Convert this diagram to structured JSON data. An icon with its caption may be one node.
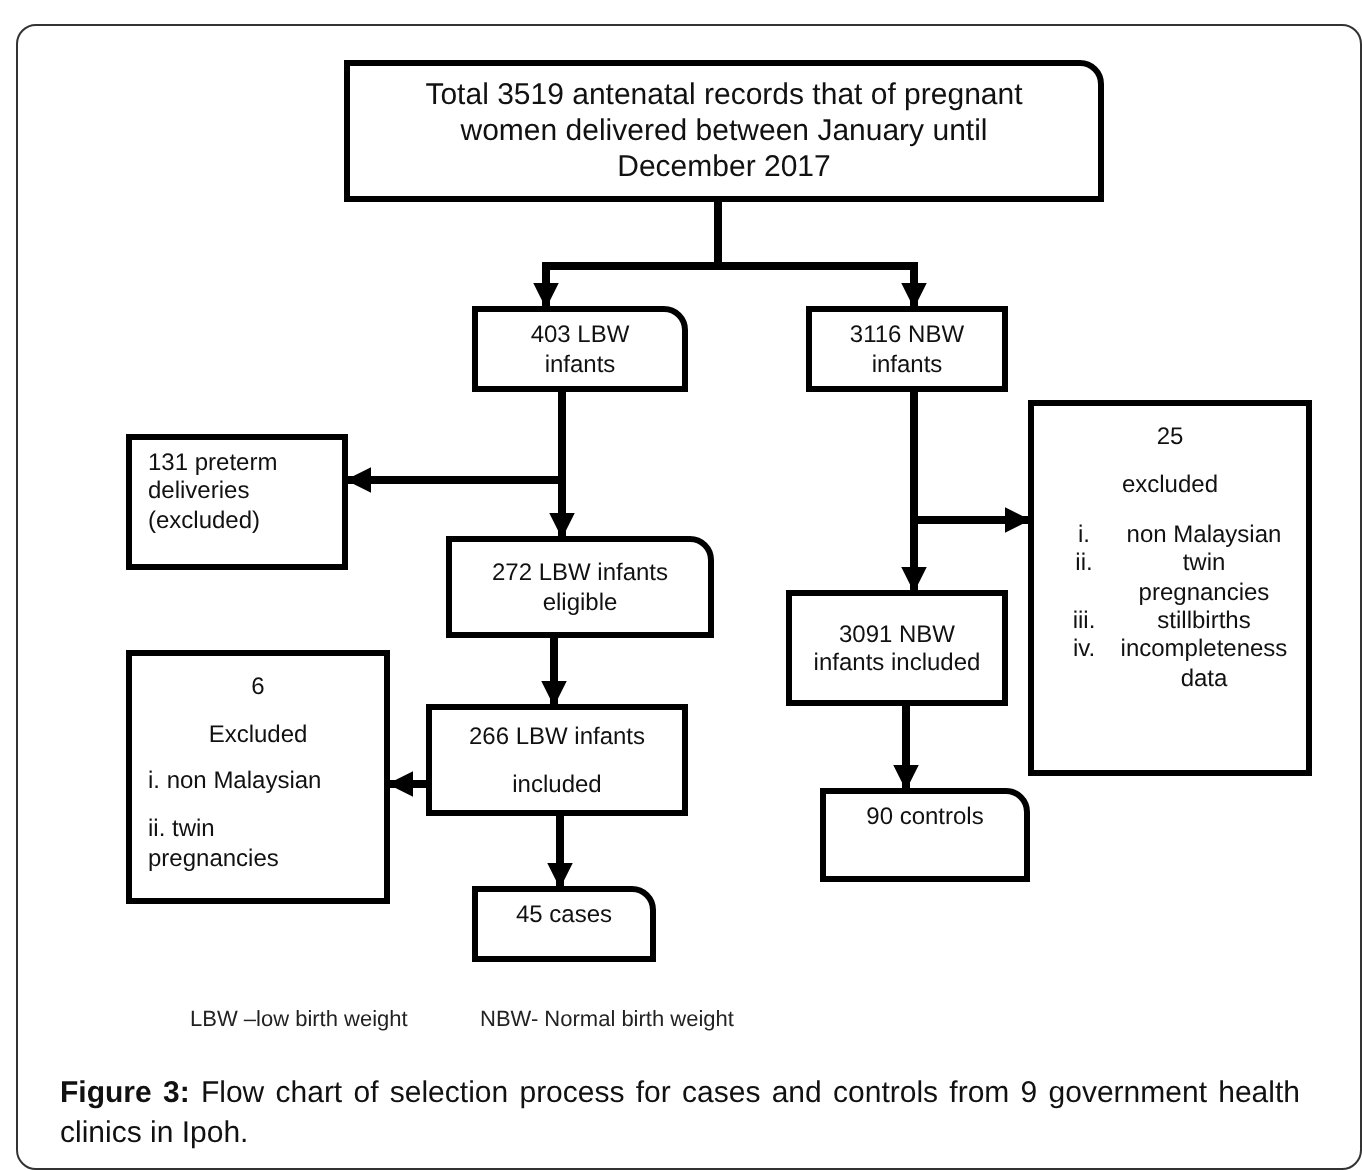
{
  "diagram": {
    "caption": "**Figure 3:** Flow chart of selection process for cases and controls from 9 government health clinics in Ipoh.",
    "nodes": [
      {
        "text": [
          "Total 3519 antenatal records that of pregnant women delivered between January until December 2017"
        ]
      },
      {
        "text": [
          "403 LBW infants"
        ]
      },
      {
        "text": [
          "3116 NBW infants"
        ]
      },
      {
        "text": [
          "131 preterm deliveries (excluded)"
        ]
      },
      {
        "text": [
          "25",
          "excluded",
          "i.",
          "non Malaysian",
          "ii.",
          "twin pregnancies",
          "iii.",
          "stillbirths",
          "iv.",
          "incompleteness data"
        ]
      },
      {
        "text": [
          "272 LBW infants eligible"
        ]
      },
      {
        "text": [
          "3091 NBW infants included"
        ]
      },
      {
        "text": [
          "6",
          "Excluded",
          "i. non Malaysian",
          "ii. twin pregnancies"
        ]
      },
      {
        "text": [
          "266 LBW infants",
          "included"
        ]
      },
      {
        "text": [
          "90 controls"
        ]
      },
      {
        "text": [
          "45 cases"
        ]
      }
    ],
    "edges": [
      {
        "from": 0,
        "to": 1,
        "arrow": "to"
      },
      {
        "from": 0,
        "to": 2,
        "arrow": "to"
      },
      {
        "from": 1,
        "to": 3,
        "arrow": "to"
      },
      {
        "from": 1,
        "to": 5,
        "arrow": "to"
      },
      {
        "from": 2,
        "to": 4,
        "arrow": "to"
      },
      {
        "from": 2,
        "to": 6,
        "arrow": "to"
      },
      {
        "from": 5,
        "to": 8,
        "arrow": "to"
      },
      {
        "from": 8,
        "to": 7,
        "arrow": "to"
      },
      {
        "from": 8,
        "to": 10,
        "arrow": "to"
      },
      {
        "from": 6,
        "to": 9,
        "arrow": "to"
      }
    ],
    "labels": [
      "LBW –low birth weight",
      "NBW- Normal birth weight"
    ]
  }
}
